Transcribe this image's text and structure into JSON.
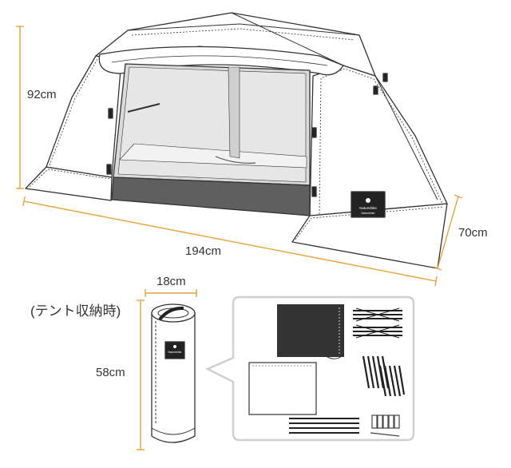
{
  "dimensions": {
    "tent_height": "92cm",
    "tent_width": "194cm",
    "tent_depth": "70cm",
    "bag_width": "18cm",
    "bag_height": "58cm"
  },
  "packed_caption": "(テント収納時)",
  "colors": {
    "dimension_line": "#e8a23a",
    "outline": "#333333",
    "floor": "#5f5f5f",
    "mesh": "#dadada",
    "patch": "#222222",
    "callout_border": "#cfcfcf"
  }
}
